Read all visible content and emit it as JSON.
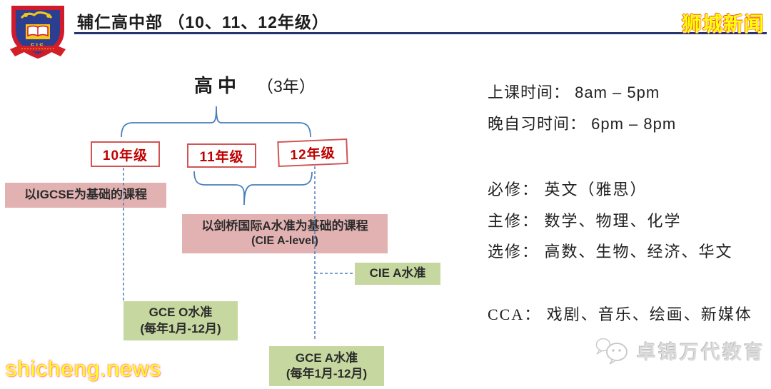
{
  "colors": {
    "accent_blue": "#4a7ebb",
    "navy_rule": "#27356e",
    "grade_red": "#c00000",
    "grade_border": "#d05454",
    "pink_box": "#e2b2b2",
    "green_box": "#c6d8a0",
    "brand_yellow": "#ffff00",
    "brand_outline_red": "#e8452c",
    "watermark_gray": "#dcdcdc"
  },
  "header": {
    "title": "辅仁高中部 （10、11、12年级）",
    "brand": "狮城新闻",
    "logo_text": "FIS"
  },
  "diagram": {
    "root_title": "高中",
    "root_duration": "（3年）",
    "grades": [
      "10年级",
      "11年级",
      "12年级"
    ],
    "program_igcse": "以IGCSE为基础的课程",
    "program_alevel_line1": "以剑桥国际A水准为基础的课程",
    "program_alevel_line2": "(CIE A-level)",
    "exam_cie": "CIE A水准",
    "exam_gce_o_line1": "GCE O水准",
    "exam_gce_o_line2": "(每年1月-12月)",
    "exam_gce_a_line1": "GCE A水准",
    "exam_gce_a_line2": "(每年1月-12月)"
  },
  "info": {
    "schedule": [
      "上课时间： 8am – 5pm",
      "晚自习时间： 6pm – 8pm"
    ],
    "courses": [
      "必修： 英文（雅思）",
      "主修： 数学、物理、化学",
      "选修： 高数、生物、经济、华文"
    ],
    "cca": "CCA： 戏剧、音乐、绘画、新媒体"
  },
  "footer": {
    "site": "shicheng.news",
    "watermark": "卓锦万代教育"
  }
}
